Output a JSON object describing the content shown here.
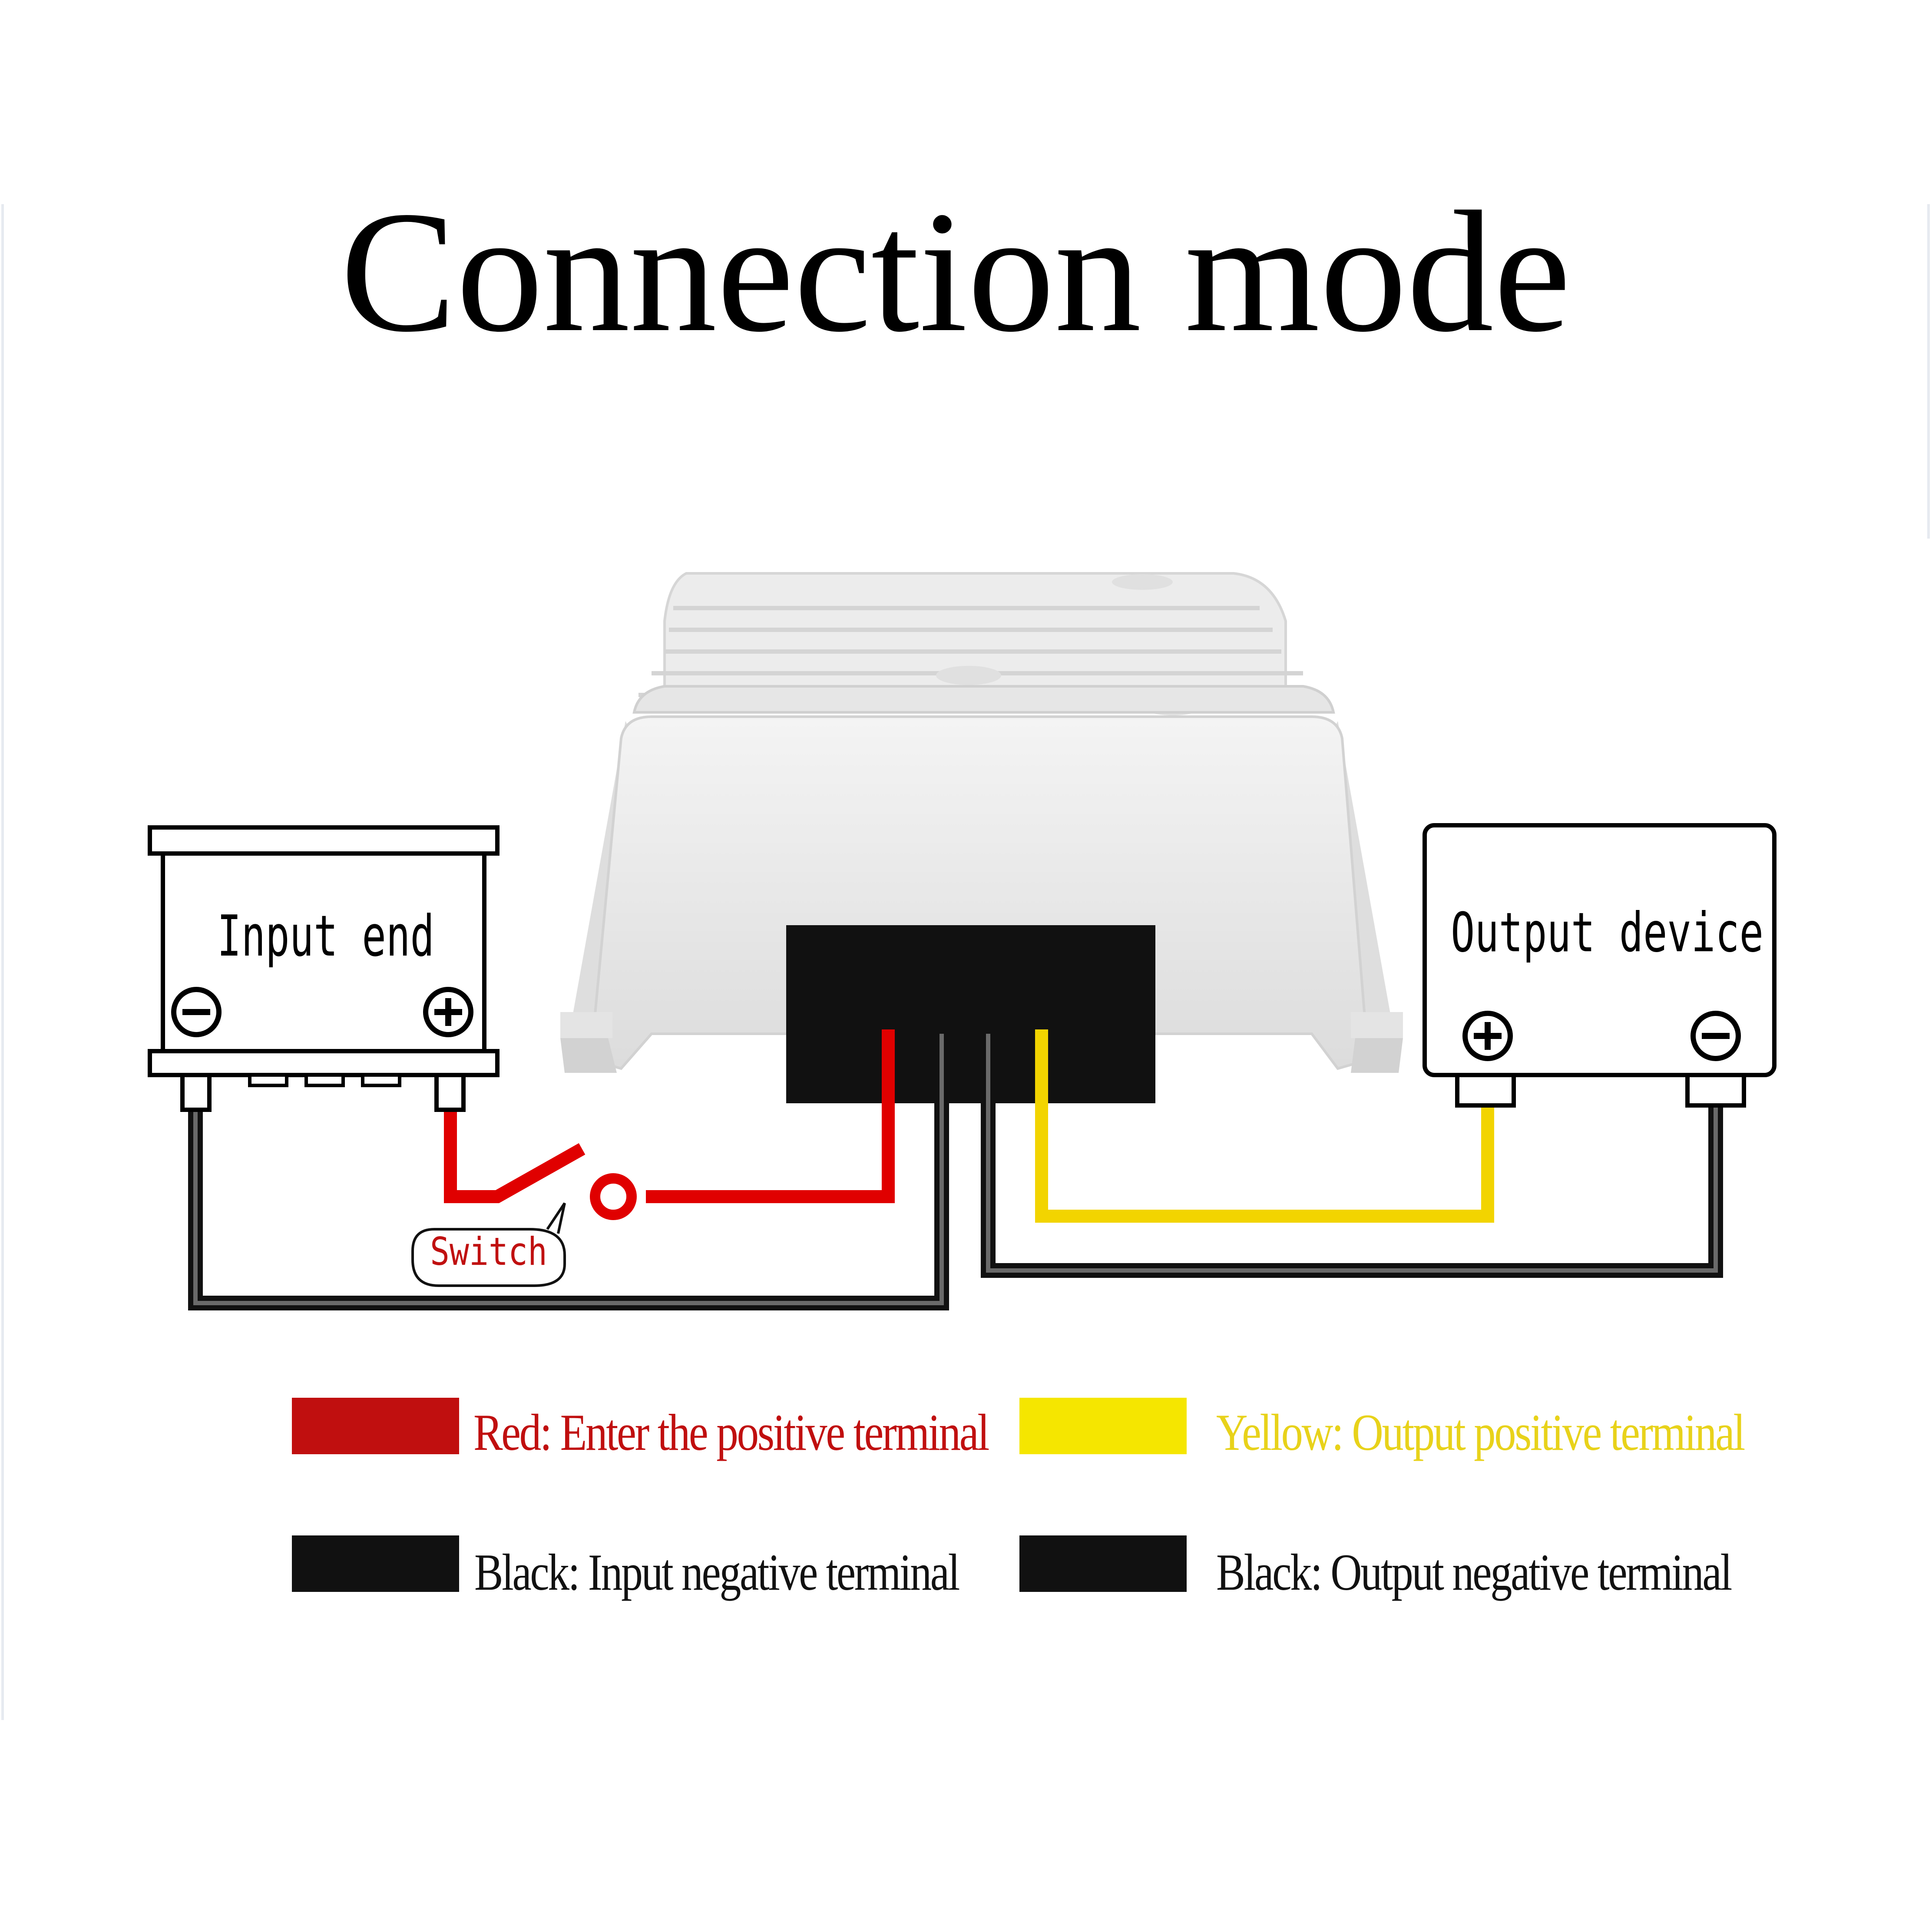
{
  "title": "Connection mode",
  "input_box": {
    "label": "Input end",
    "minus_symbol": "−",
    "plus_symbol": "+"
  },
  "output_box": {
    "label": "Output device",
    "plus_symbol": "+",
    "minus_symbol": "−"
  },
  "switch_label": "Switch",
  "legend": [
    {
      "text": "Red: Enter the positive terminal",
      "swatch_color": "#c00f0f",
      "text_color": "#c00f0f"
    },
    {
      "text": "Yellow: Output positive terminal",
      "swatch_color": "#f5e600",
      "text_color": "#e8d21a"
    },
    {
      "text": "Black: Input negative terminal",
      "swatch_color": "#111111",
      "text_color": "#111111"
    },
    {
      "text": "Black: Output negative terminal",
      "swatch_color": "#111111",
      "text_color": "#111111"
    }
  ],
  "colors": {
    "red_wire": "#e00000",
    "yellow_wire": "#f2d400",
    "black_wire": "#1a1a1a"
  }
}
